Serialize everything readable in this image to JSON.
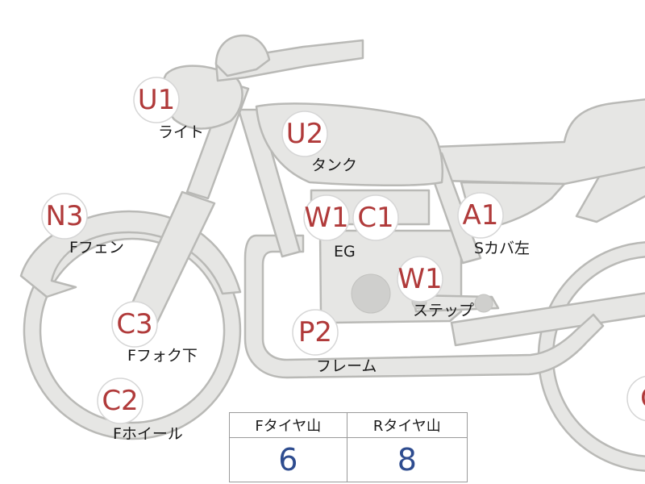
{
  "parts": [
    {
      "id": "light",
      "code": "U1",
      "label": "ライト"
    },
    {
      "id": "tank",
      "code": "U2",
      "label": "タンク"
    },
    {
      "id": "front-fender",
      "code": "N3",
      "label": "Fフェン"
    },
    {
      "id": "engine",
      "codes": [
        "W1",
        "C1"
      ],
      "label": "EG"
    },
    {
      "id": "side-cover-left",
      "code": "A1",
      "label": "Sカバ左"
    },
    {
      "id": "step",
      "code": "W1",
      "label": "ステップ"
    },
    {
      "id": "front-fork-lower",
      "code": "C3",
      "label": "Fフォク下"
    },
    {
      "id": "frame",
      "code": "P2",
      "label": "フレーム"
    },
    {
      "id": "front-wheel",
      "code": "C2",
      "label": "Fホイール"
    },
    {
      "id": "rear-wheel",
      "code": "C"
    }
  ],
  "tire_table": {
    "headers": [
      "Fタイヤ山",
      "Rタイヤ山"
    ],
    "values": [
      "6",
      "8"
    ]
  },
  "colors": {
    "part_fill": "#e6e6e4",
    "part_stroke": "#b9b9b6",
    "code_text": "#b03a3a",
    "value_text": "#2e4c8f"
  }
}
